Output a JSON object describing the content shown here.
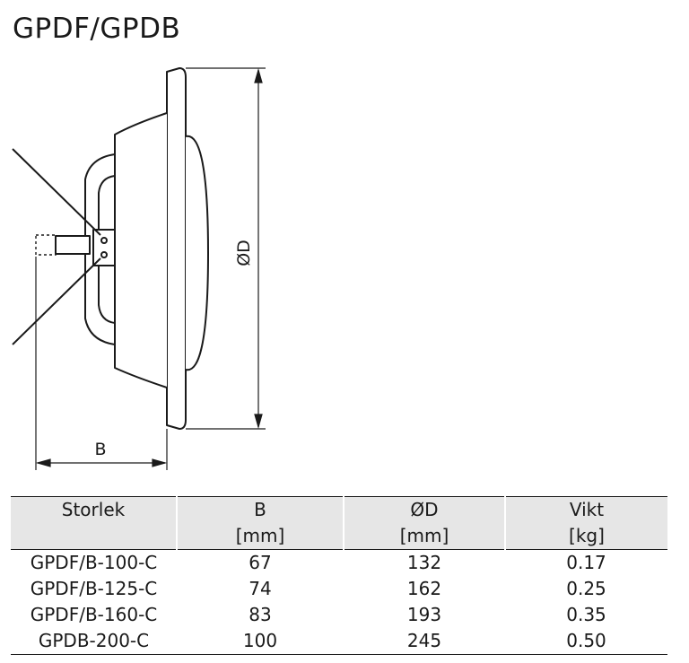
{
  "title": "GPDF/GPDB",
  "diagram": {
    "label_diameter": "ØD",
    "label_b": "B"
  },
  "table": {
    "headers": [
      "Storlek",
      "B",
      "ØD",
      "Vikt"
    ],
    "units": [
      "",
      "[mm]",
      "[mm]",
      "[kg]"
    ],
    "rows": [
      [
        "GPDF/B-100-C",
        "67",
        "132",
        "0.17"
      ],
      [
        "GPDF/B-125-C",
        "74",
        "162",
        "0.25"
      ],
      [
        "GPDF/B-160-C",
        "83",
        "193",
        "0.35"
      ],
      [
        "GPDB-200-C",
        "100",
        "245",
        "0.50"
      ]
    ]
  }
}
